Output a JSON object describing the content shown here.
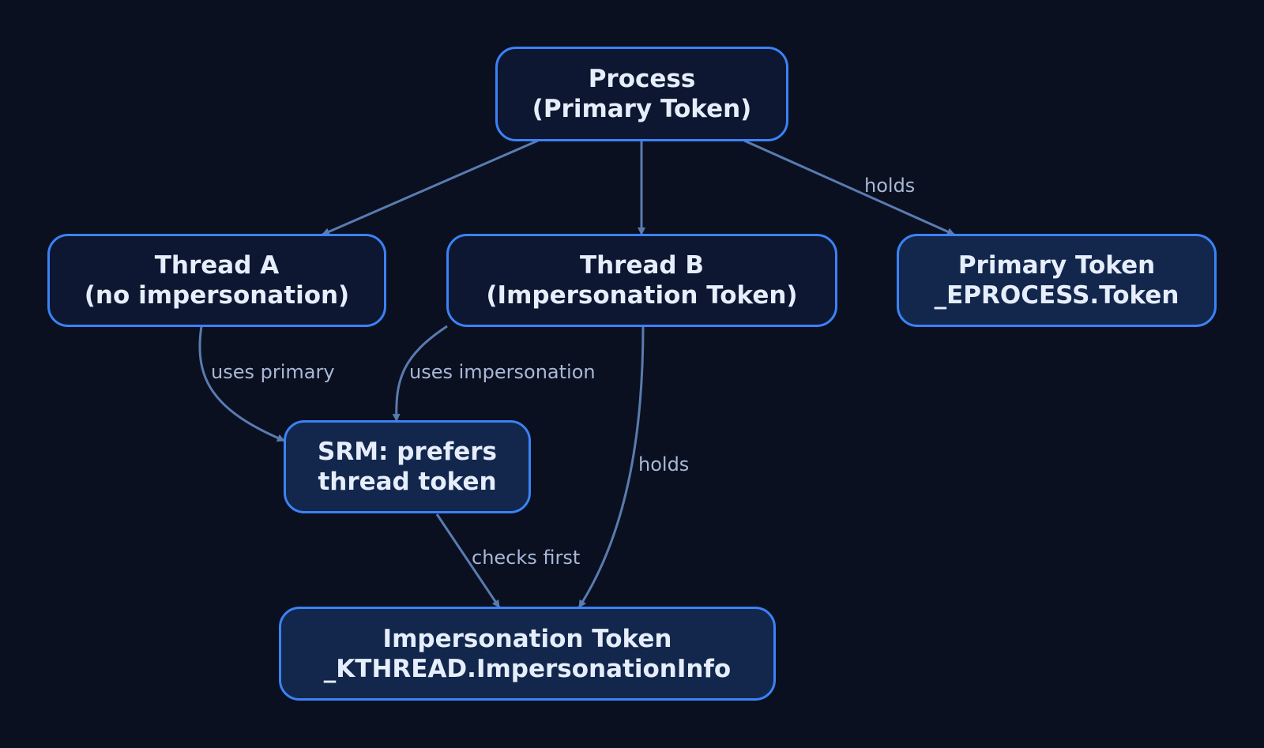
{
  "colors": {
    "background": "#0a1020",
    "node_border": "#3b82f6",
    "node_fill_dark": "#0d1731",
    "node_fill_mid": "#13274d",
    "node_text": "#e6eefc",
    "edge": "#5a7bb0",
    "edge_label": "#a9b8d6"
  },
  "nodes": {
    "process": {
      "line1": "Process",
      "line2": "(Primary Token)"
    },
    "thread_a": {
      "line1": "Thread A",
      "line2": "(no impersonation)"
    },
    "thread_b": {
      "line1": "Thread B",
      "line2": "(Impersonation Token)"
    },
    "primary_token": {
      "line1": "Primary Token",
      "line2": "_EPROCESS.Token"
    },
    "srm": {
      "line1": "SRM: prefers",
      "line2": "thread token"
    },
    "impersonation_token": {
      "line1": "Impersonation Token",
      "line2": "_KTHREAD.ImpersonationInfo"
    }
  },
  "edges": [
    {
      "from": "process",
      "to": "thread_a",
      "label": ""
    },
    {
      "from": "process",
      "to": "thread_b",
      "label": ""
    },
    {
      "from": "process",
      "to": "primary_token",
      "label": "holds"
    },
    {
      "from": "thread_a",
      "to": "srm",
      "label": "uses primary"
    },
    {
      "from": "thread_b",
      "to": "srm",
      "label": "uses impersonation"
    },
    {
      "from": "thread_b",
      "to": "impersonation_token",
      "label": "holds"
    },
    {
      "from": "srm",
      "to": "impersonation_token",
      "label": "checks first"
    }
  ]
}
